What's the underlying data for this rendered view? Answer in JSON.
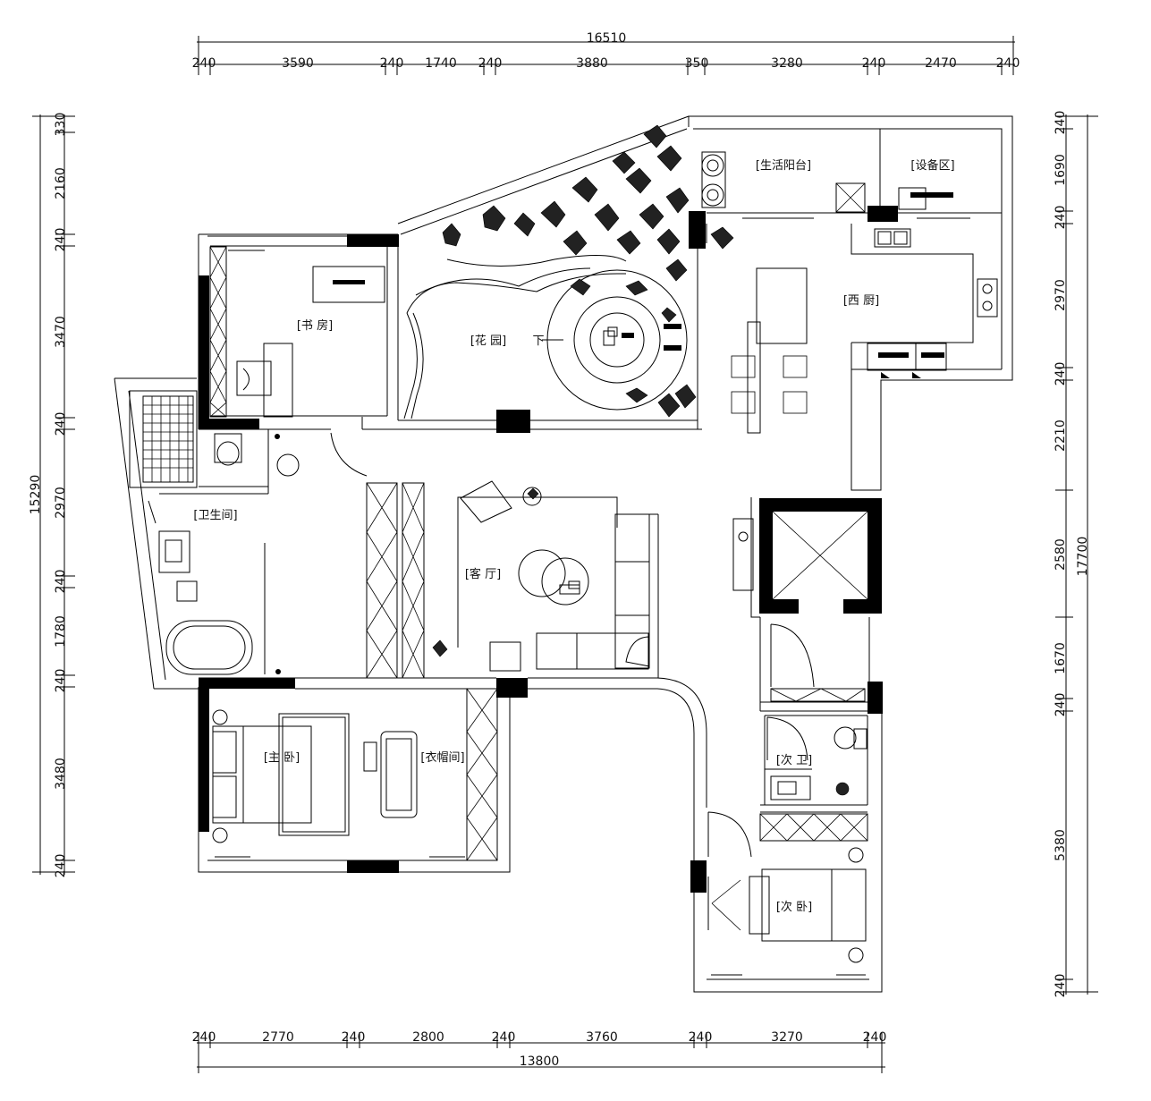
{
  "rooms": {
    "study": "[书 房]",
    "garden": "[花   园]",
    "garden_down": "下",
    "western_kitchen": "[西   厨]",
    "service_balcony": "[生活阳台]",
    "equipment": "[设备区]",
    "bathroom": "[卫生间]",
    "living": "[客   厅]",
    "master_bedroom": "[主   卧]",
    "cloakroom": "[衣帽间]",
    "second_bath": "[次  卫]",
    "second_bedroom": "[次   卧]"
  },
  "dimensions": {
    "top_total": "16510",
    "top": [
      "240",
      "3590",
      "240",
      "1740",
      "240",
      "3880",
      "350",
      "3280",
      "240",
      "2470",
      "240"
    ],
    "bottom_total": "13800",
    "bottom": [
      "240",
      "2770",
      "240",
      "2800",
      "240",
      "3760",
      "240",
      "3270",
      "240"
    ],
    "left_total": "15290",
    "left": [
      "330",
      "2160",
      "240",
      "3470",
      "240",
      "2970",
      "240",
      "1780",
      "240",
      "3480",
      "240"
    ],
    "right_total": "17700",
    "right": [
      "240",
      "1690",
      "240",
      "2970",
      "240",
      "2210",
      "2580",
      "1670",
      "240",
      "5380",
      "240"
    ]
  }
}
